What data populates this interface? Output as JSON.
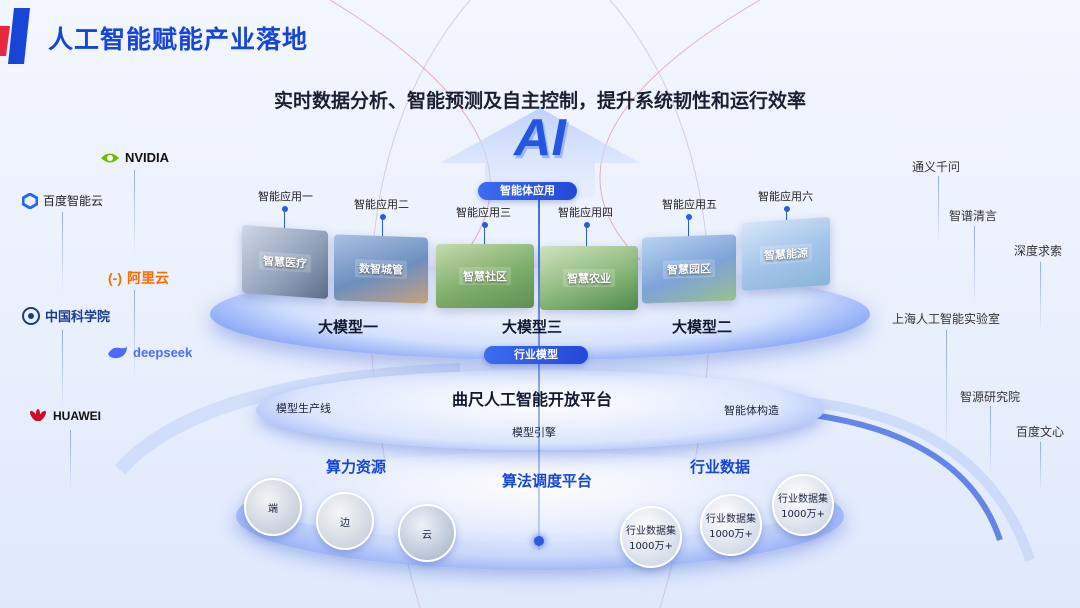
{
  "title": "人工智能赋能产业落地",
  "subtitle": "实时数据分析、智能预测及自主控制，提升系统韧性和运行效率",
  "ai_badge": "AI",
  "left_logos": [
    {
      "id": "nvidia",
      "text": "NVIDIA",
      "color": "#76b900"
    },
    {
      "id": "baidu",
      "text": "百度智能云",
      "color": "#2468f2"
    },
    {
      "id": "aliyun",
      "text": "阿里云",
      "color": "#ff6a00"
    },
    {
      "id": "cas",
      "text": "中国科学院",
      "color": "#1b3c8c"
    },
    {
      "id": "deepseek",
      "text": "deepseek",
      "color": "#4d6bfe"
    },
    {
      "id": "huawei",
      "text": "HUAWEI",
      "color": "#cf0a2c"
    }
  ],
  "right_labels": [
    "通义千问",
    "智谱清言",
    "深度求索",
    "上海人工智能实验室",
    "智源研究院",
    "百度文心"
  ],
  "apps_tag": "智能体应用",
  "apps": [
    {
      "label": "智能应用一",
      "card": "智慧医疗"
    },
    {
      "label": "智能应用二",
      "card": "数智城管"
    },
    {
      "label": "智能应用三",
      "card": "智慧社区"
    },
    {
      "label": "智能应用四",
      "card": "智慧农业"
    },
    {
      "label": "智能应用五",
      "card": "智慧园区"
    },
    {
      "label": "智能应用六",
      "card": "智慧能源"
    }
  ],
  "models": [
    "大模型一",
    "大模型三",
    "大模型二"
  ],
  "industry_tag": "行业模型",
  "platform": {
    "name": "曲尺人工智能开放平台",
    "left": "模型生产线",
    "right": "智能体构造",
    "bottom": "模型引擎"
  },
  "base": {
    "compute": "算力资源",
    "schedule": "算法调度平台",
    "data": "行业数据",
    "compute_items": [
      "端",
      "边",
      "云"
    ],
    "data_items": [
      "行业数据集1000万+",
      "行业数据集1000万+",
      "行业数据集1000万+"
    ]
  },
  "colors": {
    "accent": "#1746d6",
    "accent_red": "#e8283c",
    "disc": "#3d6cf0"
  }
}
